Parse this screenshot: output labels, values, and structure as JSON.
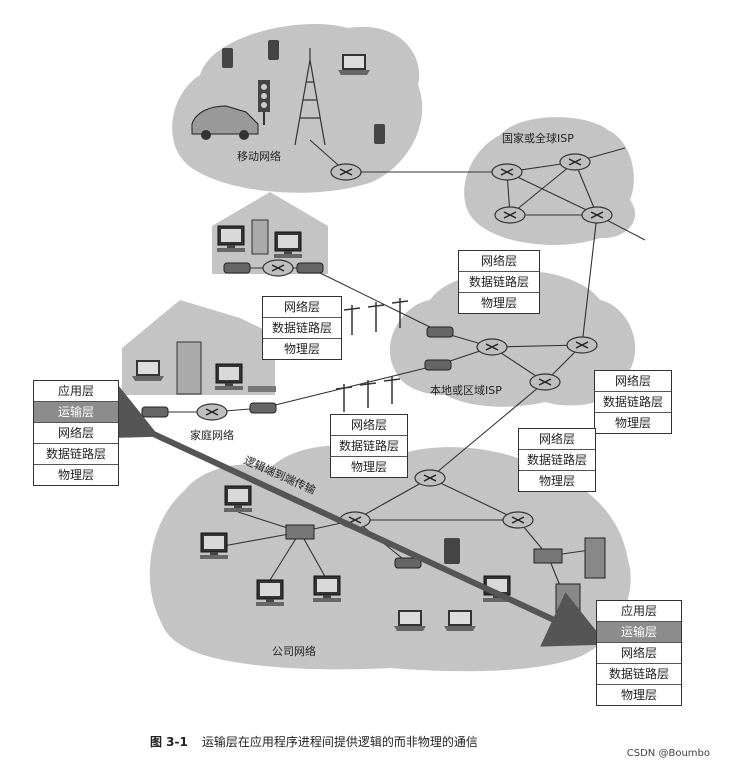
{
  "networks": {
    "mobile": "移动网络",
    "national_isp": "国家或全球ISP",
    "local_isp": "本地或区域ISP",
    "home": "家庭网络",
    "enterprise": "公司网络"
  },
  "stacks": {
    "left_end": [
      "应用层",
      "运输层",
      "网络层",
      "数据链路层",
      "物理层"
    ],
    "right_end": [
      "应用层",
      "运输层",
      "网络层",
      "数据链路层",
      "物理层"
    ],
    "router_isp": [
      "网络层",
      "数据链路层",
      "物理层"
    ],
    "router_home_top": [
      "网络层",
      "数据链路层",
      "物理层"
    ],
    "router_home_bottom": [
      "网络层",
      "数据链路层",
      "物理层"
    ],
    "router_local_right": [
      "网络层",
      "数据链路层",
      "物理层"
    ],
    "router_enterprise": [
      "网络层",
      "数据链路层",
      "物理层"
    ]
  },
  "arrow_label": "逻辑端到端传输",
  "caption": {
    "number": "图 3-1",
    "text": "运输层在应用程序进程间提供逻辑的而非物理的通信"
  },
  "watermark": "CSDN @Boumbo",
  "colors": {
    "cloud": "#c4c4c4",
    "arrow": "#555555",
    "highlight": "#8c8c8c"
  }
}
